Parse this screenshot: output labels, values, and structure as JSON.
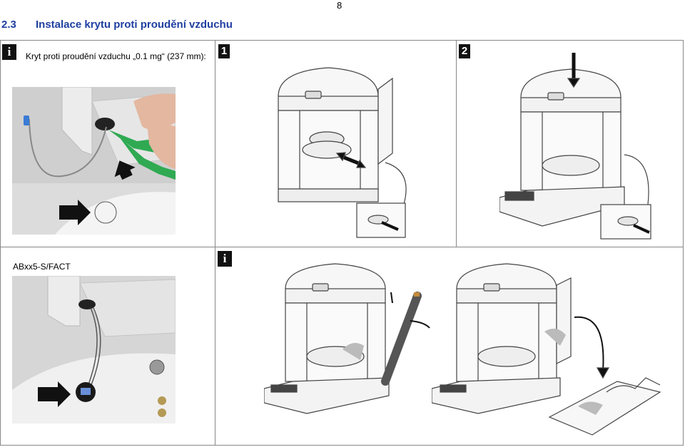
{
  "page": {
    "number": "8"
  },
  "section": {
    "number": "2.3",
    "title": "Instalace krytu proti proudění vzduchu"
  },
  "info_panel": {
    "caption": "Kryt proti proudění vzduchu „0.1 mg“ (237 mm):",
    "variant_label": "ABxx5-S/FACT"
  },
  "steps": [
    {
      "label": "1"
    },
    {
      "label": "2"
    }
  ],
  "icons": {
    "info": "i"
  }
}
